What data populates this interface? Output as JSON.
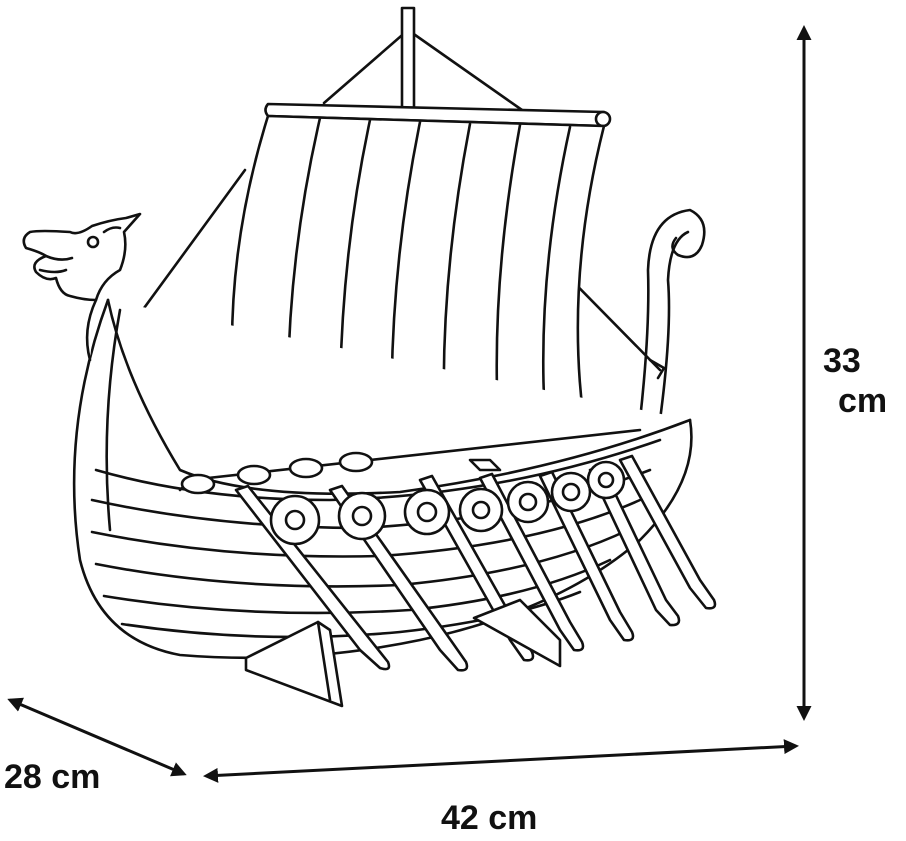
{
  "figure": {
    "subject": "viking-longship-illustration",
    "dimensions": {
      "height_line1": "33",
      "height_line2": "cm",
      "depth": "28 cm",
      "width": "42 cm"
    }
  },
  "colors": {
    "stroke": "#111111",
    "fill": "#ffffff"
  },
  "icons": [
    "dragon-head-icon",
    "shield-icon",
    "oar-icon",
    "sail-icon",
    "arrow-icon"
  ]
}
